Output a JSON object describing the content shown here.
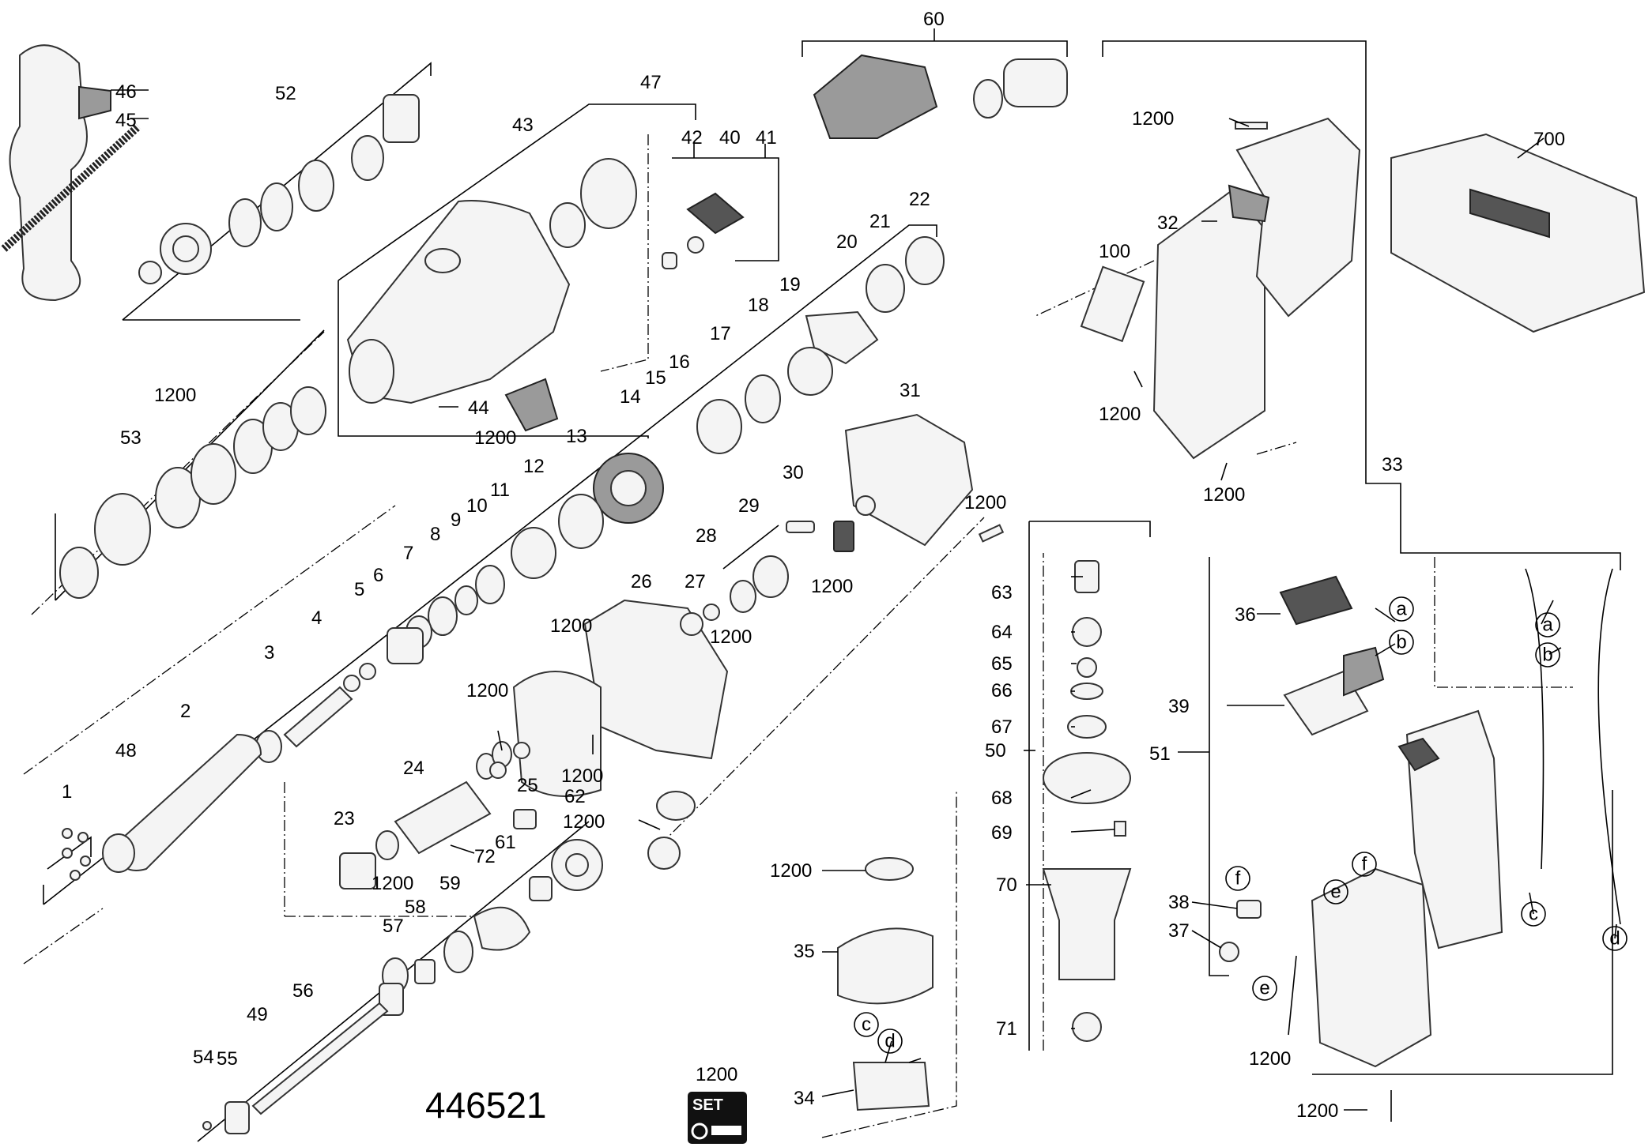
{
  "drawing": {
    "number": "446521",
    "set_badge": {
      "label": "1200",
      "text": "SET"
    }
  },
  "part_labels": [
    "46",
    "45",
    "52",
    "47",
    "43",
    "42",
    "40",
    "41",
    "60",
    "1200",
    "700",
    "32",
    "100",
    "1200",
    "1200",
    "33",
    "22",
    "21",
    "20",
    "19",
    "18",
    "17",
    "16",
    "15",
    "14",
    "13",
    "12",
    "11",
    "10",
    "9",
    "8",
    "7",
    "6",
    "5",
    "4",
    "3",
    "2",
    "1",
    "48",
    "53",
    "1200",
    "44",
    "1200",
    "31",
    "1200",
    "30",
    "29",
    "28",
    "1200",
    "27",
    "1200",
    "26",
    "1200",
    "1200",
    "1200",
    "25",
    "24",
    "23",
    "1200",
    "1200",
    "62",
    "61",
    "72",
    "59",
    "58",
    "57",
    "56",
    "55",
    "54",
    "49",
    "1200",
    "35",
    "34",
    "63",
    "64",
    "65",
    "66",
    "67",
    "50",
    "68",
    "69",
    "70",
    "71",
    "36",
    "39",
    "51",
    "38",
    "37",
    "1200",
    "1200"
  ],
  "circle_labels": [
    "a",
    "b",
    "a",
    "b",
    "c",
    "d",
    "f",
    "f",
    "e",
    "e",
    "c",
    "d"
  ]
}
